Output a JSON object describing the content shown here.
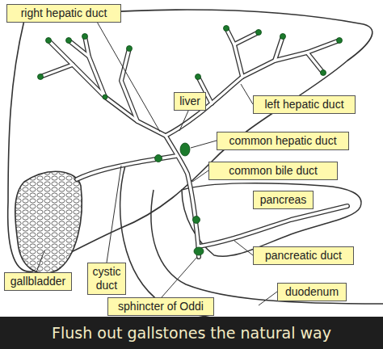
{
  "diagram": {
    "caption": "Flush out gallstones the natural way",
    "nodes": [
      {
        "text": [
          "right hepatic duct"
        ]
      },
      {
        "text": [
          "liver"
        ]
      },
      {
        "text": [
          "left hepatic duct"
        ]
      },
      {
        "text": [
          "common hepatic duct"
        ]
      },
      {
        "text": [
          "common bile duct"
        ]
      },
      {
        "text": [
          "pancreas"
        ]
      },
      {
        "text": [
          "pancreatic duct"
        ]
      },
      {
        "text": [
          "gallbladder"
        ]
      },
      {
        "text": [
          "cystic duct"
        ]
      },
      {
        "text": [
          "sphincter of Oddi"
        ]
      },
      {
        "text": [
          "duodenum"
        ]
      }
    ]
  }
}
